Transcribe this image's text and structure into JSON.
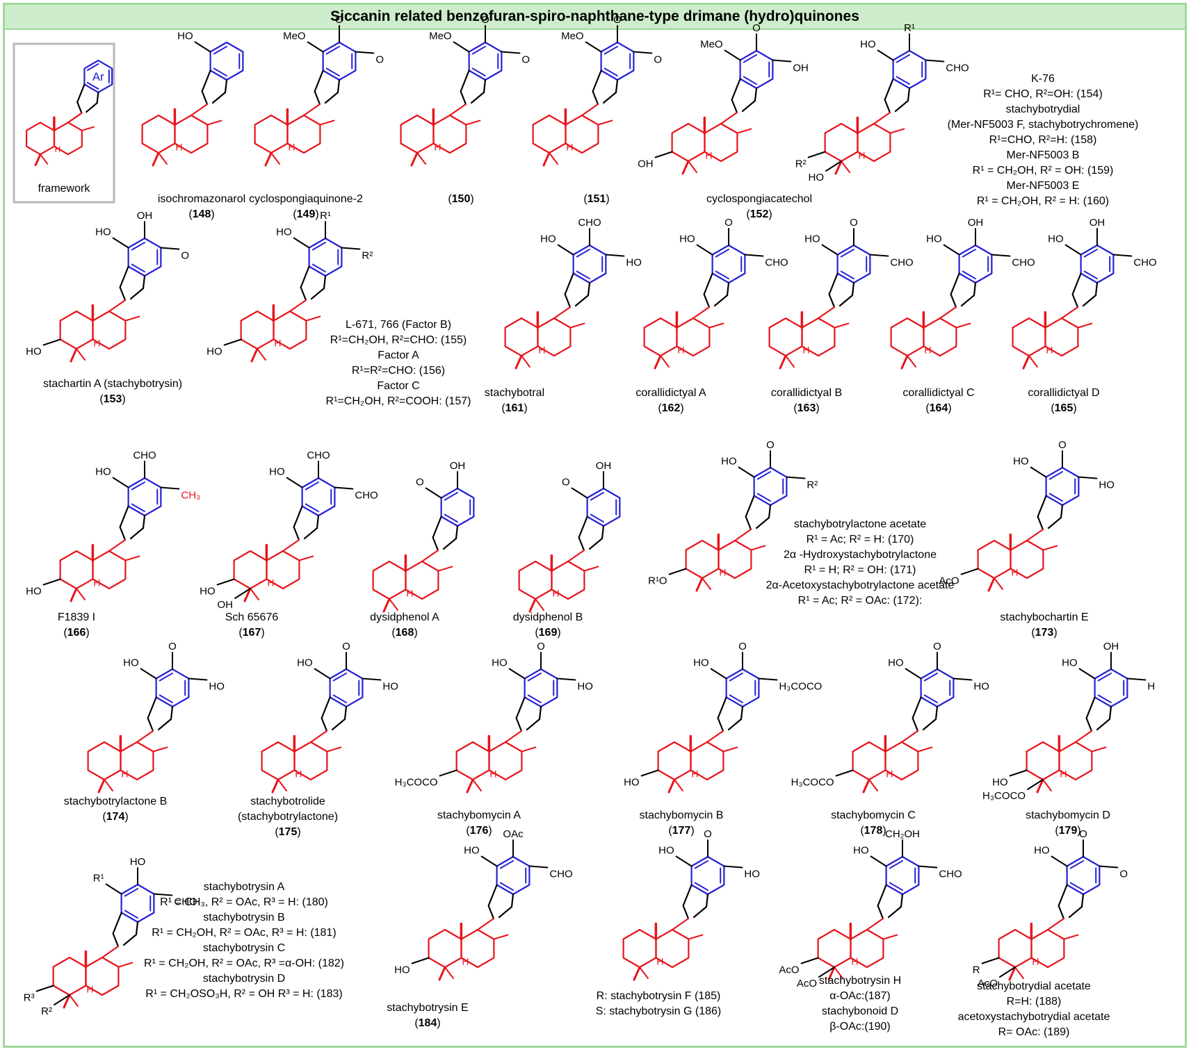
{
  "title": "Siccanin related benzofuran-spiro-naphthane-type drimane (hydro)quinones",
  "framework": {
    "ar": "Ar",
    "label": "framework"
  },
  "colors": {
    "drimane": "#e8141b",
    "aromatic": "#2420d6",
    "frame": "#9fd89a",
    "title_bg": "#cdeccb"
  },
  "compounds": [
    {
      "id": "c148",
      "name": "isochromazonarol",
      "number": "148",
      "groups": [
        "HO"
      ]
    },
    {
      "id": "c149",
      "name": "cyclospongiaquinone-2",
      "number": "149",
      "groups": [
        "MeO",
        "O",
        "O"
      ]
    },
    {
      "id": "c150",
      "name": "",
      "number": "150",
      "groups": [
        "MeO",
        "O",
        "O"
      ]
    },
    {
      "id": "c151",
      "name": "",
      "number": "151",
      "groups": [
        "MeO",
        "O",
        "O"
      ]
    },
    {
      "id": "c152",
      "name": "cyclospongiacatechol",
      "number": "152",
      "groups": [
        "MeO",
        "O",
        "OH",
        "OH"
      ]
    },
    {
      "id": "c154",
      "name": "",
      "number": "154",
      "groups": [
        "HO",
        "R1",
        "CHO",
        "R2",
        "HO"
      ],
      "notes": [
        "K-76",
        "R¹= CHO, R²=OH: (154)",
        "stachybotrydial",
        "(Mer-NF5003 F,  stachybotrychromene)",
        "R¹=CHO, R²=H: (158)",
        "Mer-NF5003 B",
        "R¹ = CH₂OH, R² = OH: (159)",
        "Mer-NF5003 E",
        "R¹ = CH₂OH, R² = H: (160)"
      ]
    },
    {
      "id": "c153",
      "name": "stachartin A (stachybotrysin)",
      "number": "153",
      "groups": [
        "HO",
        "OH",
        "O",
        "HO"
      ]
    },
    {
      "id": "c155",
      "name": "",
      "number": "155",
      "groups": [
        "HO",
        "R1",
        "R2",
        "HO"
      ],
      "notes": [
        "L-671, 766 (Factor B)",
        "R¹=CH₂OH, R²=CHO:  (155)",
        "Factor A",
        "R¹=R²=CHO: (156)",
        "Factor C",
        "R¹=CH₂OH, R²=COOH:  (157)"
      ]
    },
    {
      "id": "c161",
      "name": "stachybotral",
      "number": "161",
      "groups": [
        "HO",
        "CHO",
        "HO"
      ]
    },
    {
      "id": "c162",
      "name": "corallidictyal A",
      "number": "162",
      "groups": [
        "HO",
        "O",
        "CHO"
      ]
    },
    {
      "id": "c163",
      "name": "corallidictyal B",
      "number": "163",
      "groups": [
        "HO",
        "O",
        "CHO"
      ]
    },
    {
      "id": "c164",
      "name": "corallidictyal C",
      "number": "164",
      "groups": [
        "HO",
        "OH",
        "CHO"
      ]
    },
    {
      "id": "c165",
      "name": "corallidictyal D",
      "number": "165",
      "groups": [
        "HO",
        "OH",
        "CHO"
      ]
    },
    {
      "id": "c166",
      "name": "F1839 I",
      "number": "166",
      "groups": [
        "HO",
        "CHO",
        "CH3",
        "HO"
      ]
    },
    {
      "id": "c167",
      "name": "Sch 65676",
      "number": "167",
      "groups": [
        "HO",
        "CHO",
        "CHO",
        "HO",
        "OH"
      ]
    },
    {
      "id": "c168",
      "name": "dysidphenol A",
      "number": "168",
      "groups": [
        "O",
        "OH"
      ]
    },
    {
      "id": "c169",
      "name": "dysidphenol B",
      "number": "169",
      "groups": [
        "O",
        "OH"
      ]
    },
    {
      "id": "c170",
      "name": "",
      "number": "170",
      "groups": [
        "HO",
        "O",
        "R2",
        "R1O"
      ],
      "notes": [
        "stachybotrylactone acetate",
        "R¹ = Ac; R² = H:  (170)",
        "2α -Hydroxystachybotrylactone",
        "R¹ = H; R² = OH:  (171)",
        "2α-Acetoxystachybotrylactone acetate",
        "R¹ = Ac; R² = OAc: (172):"
      ]
    },
    {
      "id": "c173",
      "name": "stachybochartin E",
      "number": "173",
      "groups": [
        "HO",
        "O",
        "HO",
        "AcO"
      ]
    },
    {
      "id": "c174",
      "name": "stachybotrylactone B",
      "number": "174",
      "groups": [
        "HO",
        "O",
        "HO"
      ]
    },
    {
      "id": "c175",
      "name": "stachybotrolide\n(stachybotrylactone)",
      "number": "175",
      "groups": [
        "HO",
        "O",
        "HO"
      ]
    },
    {
      "id": "c176",
      "name": "stachybomycin A",
      "number": "176",
      "groups": [
        "HO",
        "O",
        "HO",
        "H3COCO"
      ]
    },
    {
      "id": "c177",
      "name": "stachybomycin B",
      "number": "177",
      "groups": [
        "HO",
        "O",
        "H3COCO",
        "HO"
      ]
    },
    {
      "id": "c178",
      "name": "stachybomycin C",
      "number": "178",
      "groups": [
        "HO",
        "O",
        "HO",
        "H3COCO"
      ]
    },
    {
      "id": "c179",
      "name": "stachybomycin D",
      "number": "179",
      "groups": [
        "HO",
        "OH",
        "H",
        "HO",
        "H3COCO"
      ]
    },
    {
      "id": "c180",
      "name": "",
      "number": "180",
      "groups": [
        "R1",
        "HO",
        "CHO",
        "R3",
        "R2"
      ],
      "notes": [
        "stachybotrysin A",
        "R¹ = CH₃, R² = OAc, R³ = H:  (180)",
        "stachybotrysin B",
        "R¹ = CH₂OH, R² = OAc, R³ = H:  (181)",
        "stachybotrysin C",
        "R¹ = CH₂OH, R² = OAc, R³ =α-OH: (182)",
        "stachybotrysin D",
        "R¹ = CH₂OSO₃H, R² = OH R³ = H:  (183)"
      ]
    },
    {
      "id": "c184",
      "name": "stachybotrysin E",
      "number": "184",
      "groups": [
        "HO",
        "OAc",
        "CHO",
        "HO"
      ]
    },
    {
      "id": "c185",
      "name": "",
      "number": "185",
      "groups": [
        "HO",
        "O",
        "HO"
      ],
      "notes": [
        "R: stachybotrysin F (185)",
        "S: stachybotrysin G (186)"
      ]
    },
    {
      "id": "c187",
      "name": "",
      "number": "187",
      "groups": [
        "HO",
        "CH2OH",
        "CHO",
        "AcO",
        "AcO"
      ],
      "notes": [
        "stachybotrysin H",
        "α-OAc:(187)",
        "stachybonoid D",
        "β-OAc:(190)"
      ]
    },
    {
      "id": "c188",
      "name": "",
      "number": "188",
      "groups": [
        "HO",
        "O",
        "O",
        "R",
        "AcO"
      ],
      "notes": [
        "stachybotrydial acetate",
        "R=H: (188)",
        "acetoxystachybotrydial acetate",
        "R= OAc: (189)"
      ]
    }
  ]
}
